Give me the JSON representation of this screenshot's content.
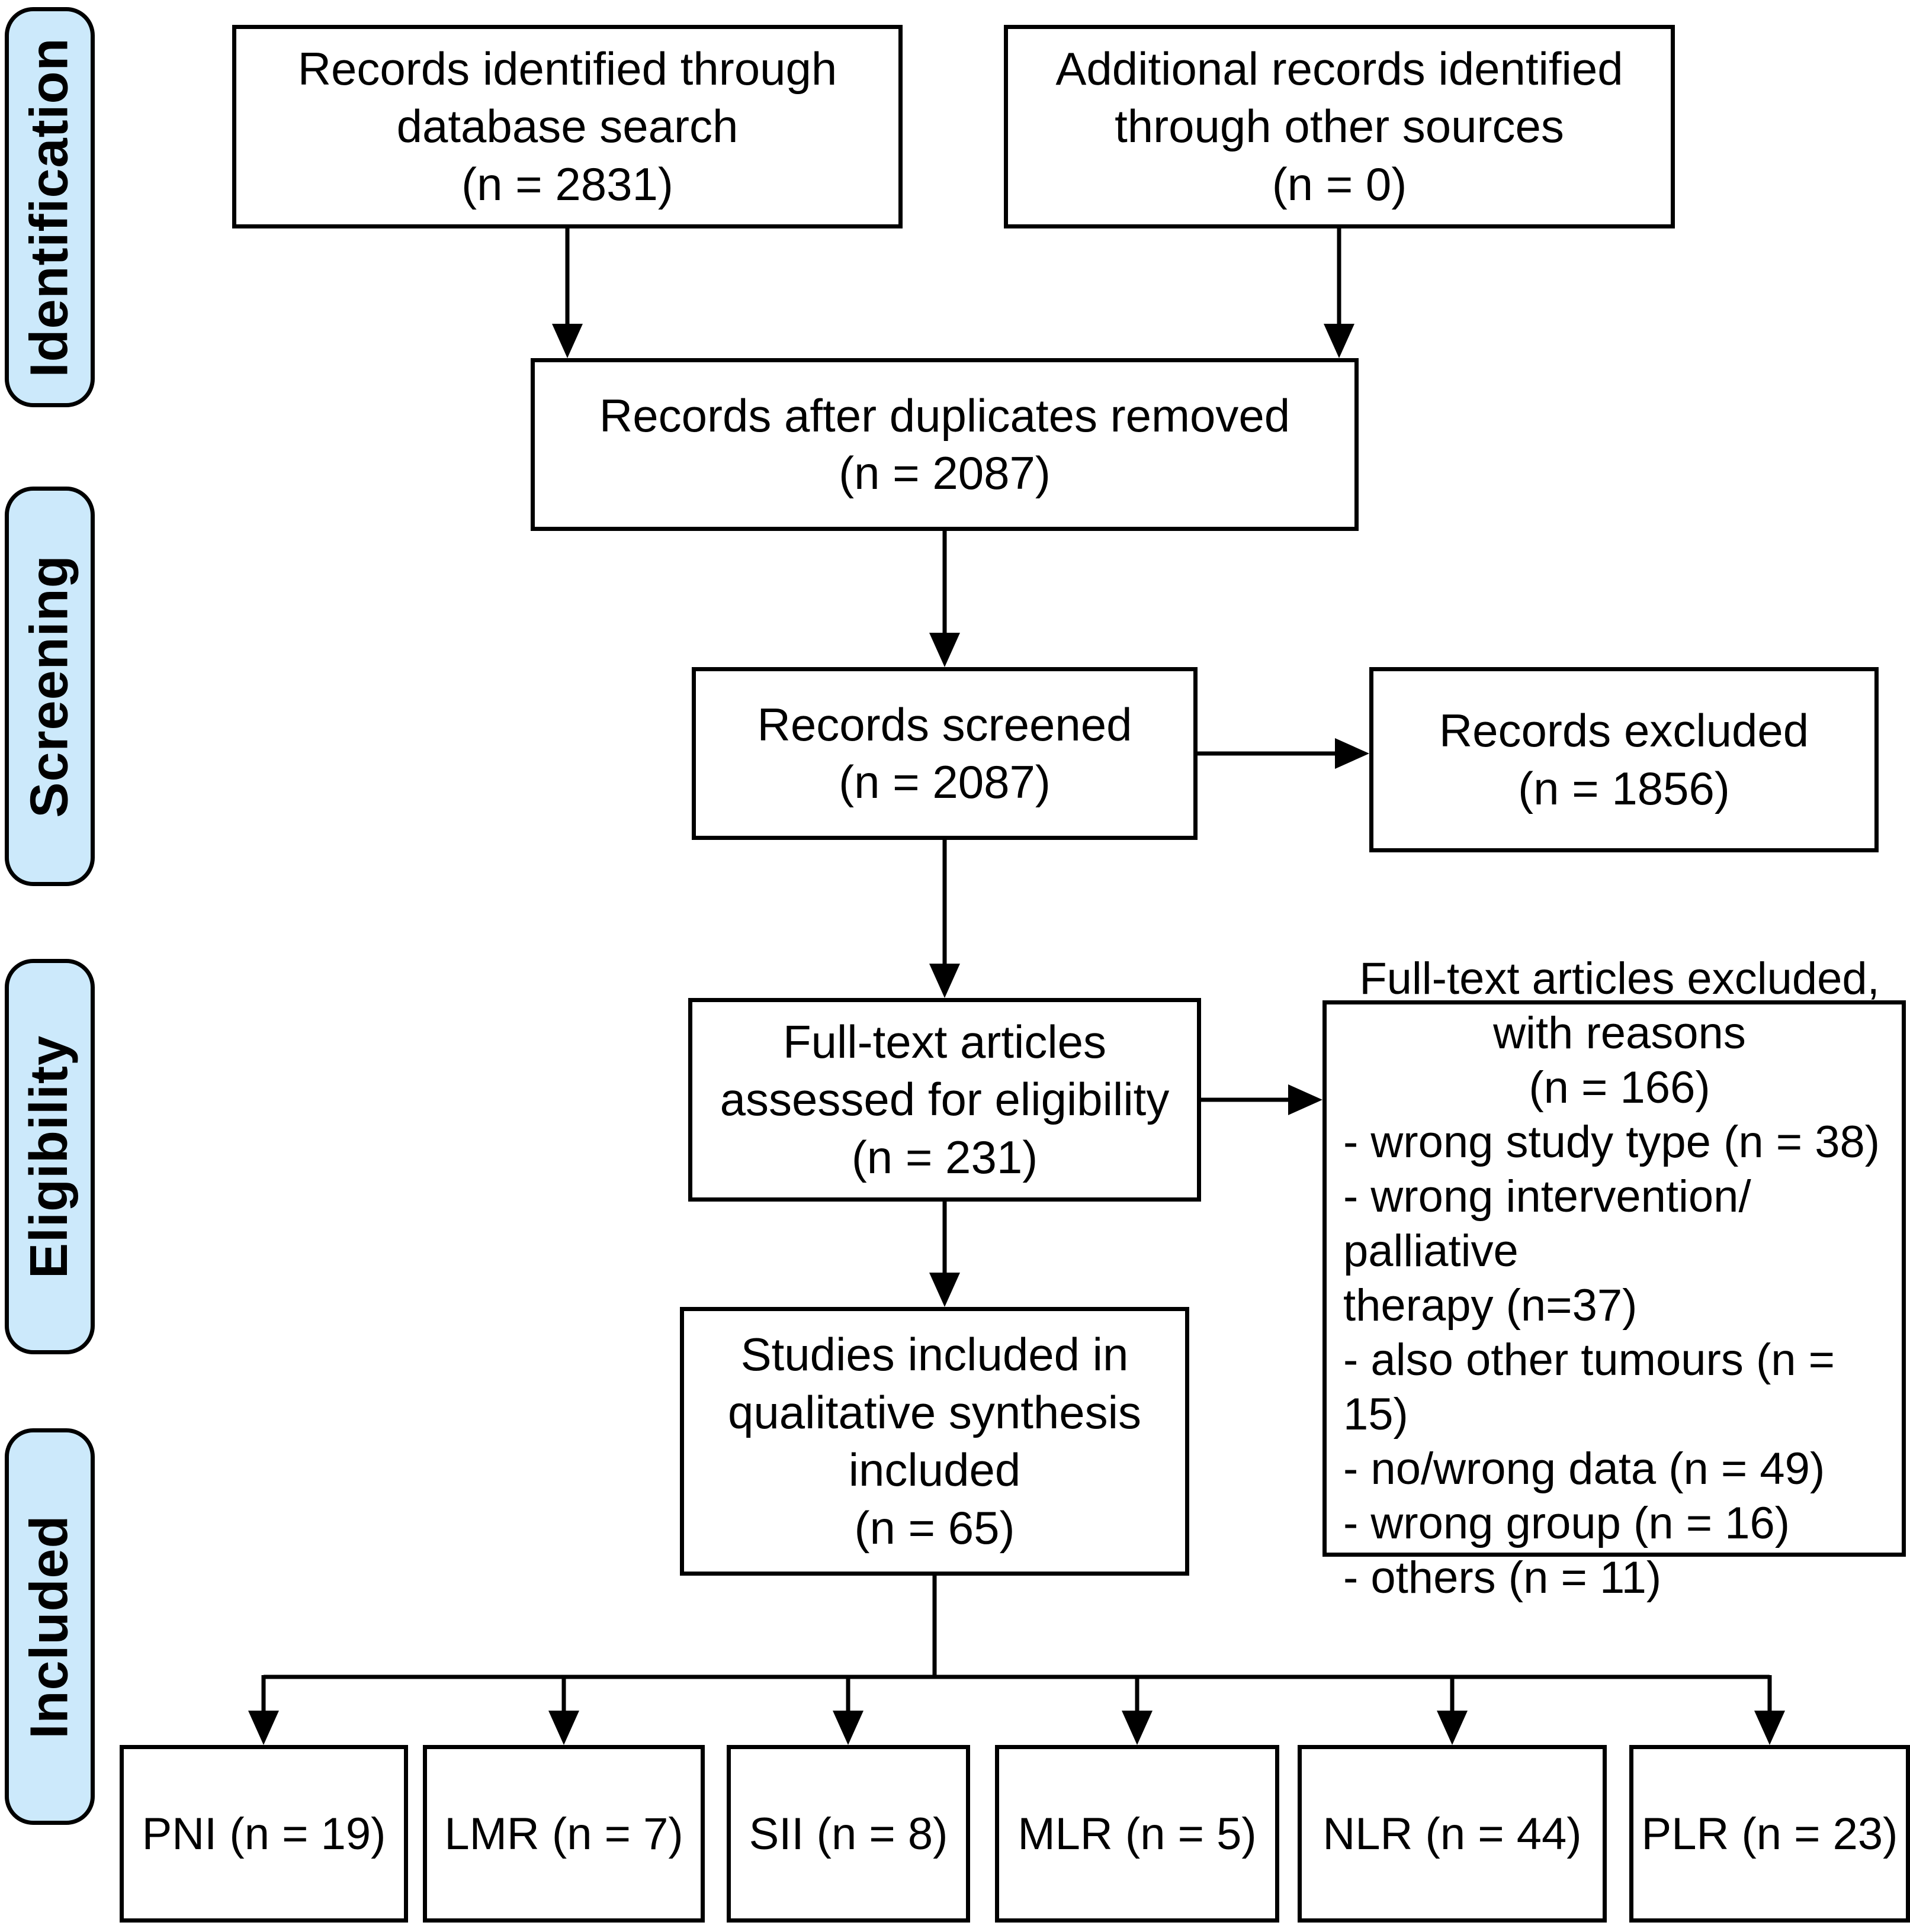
{
  "title": "PRISMA flow diagram",
  "colors": {
    "sidebar_fill": "#cce9fb",
    "box_fill": "#ffffff",
    "line": "#000000"
  },
  "stages": {
    "identification": "Identification",
    "screening": "Screening",
    "eligibility": "Eligibility",
    "included": "Included"
  },
  "boxes": {
    "identified": "Records identified through\ndatabase search\n(n = 2831)",
    "additional": "Additional records identified\nthrough other sources\n(n = 0)",
    "deduplicated": "Records after duplicates removed\n(n = 2087)",
    "screened": "Records screened\n(n = 2087)",
    "records_excluded": "Records excluded\n(n = 1856)",
    "fulltext_assessed": "Full-text articles\nassessed for eligibility\n(n = 231)",
    "fulltext_excluded_title": "Full-text articles excluded,\nwith reasons\n(n = 166)",
    "fulltext_excluded_reasons": "- wrong study type (n = 38)\n- wrong intervention/ palliative\ntherapy (n=37)\n- also other tumours (n = 15)\n- no/wrong data (n = 49)\n- wrong group (n = 16)\n- others (n = 11)",
    "qualitative_synthesis": "Studies included in\nqualitative synthesis\nincluded\n(n = 65)"
  },
  "outcomes": [
    {
      "label": "PNI (n = 19)"
    },
    {
      "label": "LMR (n = 7)"
    },
    {
      "label": "SII (n = 8)"
    },
    {
      "label": "MLR (n = 5)"
    },
    {
      "label": "NLR (n = 44)"
    },
    {
      "label": "PLR (n = 23)"
    }
  ]
}
